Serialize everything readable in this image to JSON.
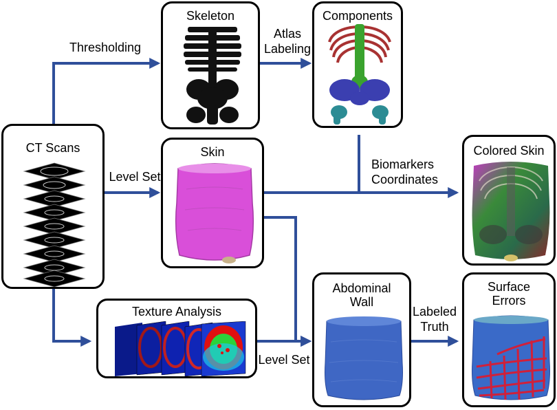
{
  "nodes": {
    "ct_scans": "CT Scans",
    "skeleton": "Skeleton",
    "components": "Components",
    "skin": "Skin",
    "colored_skin": "Colored Skin",
    "texture_analysis": "Texture Analysis",
    "abdominal_wall": [
      "Abdominal",
      "Wall"
    ],
    "surface_errors": [
      "Surface",
      "Errors"
    ]
  },
  "edges": {
    "thresholding": "Thresholding",
    "atlas_labeling": [
      "Atlas",
      "Labeling"
    ],
    "level_set_1": "Level Set",
    "biomarkers_coordinates": [
      "Biomarkers",
      "Coordinates"
    ],
    "level_set_2": "Level Set",
    "labeled_truth": [
      "Labeled",
      "Truth"
    ]
  },
  "colors": {
    "arrow": "#2f4f9a",
    "skin": "#d94fd9",
    "wall": "#3f67c4",
    "bone": "#111111"
  }
}
